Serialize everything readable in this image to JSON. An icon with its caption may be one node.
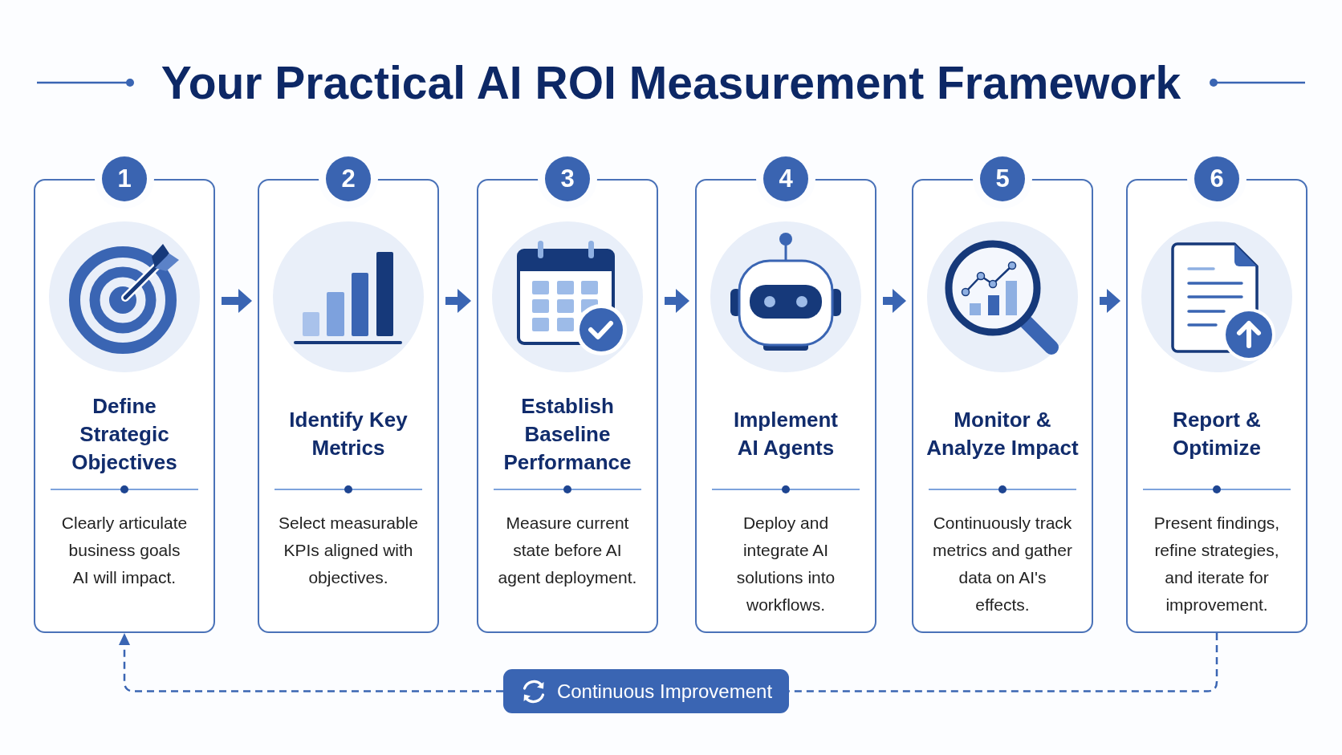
{
  "diagram": {
    "title": "Your Practical AI ROI Measurement Framework",
    "nodes": [
      {
        "text": [
          "1"
        ]
      },
      {
        "text": [
          "Define Strategic Objectives",
          "Clearly articulate business goals AI will impact."
        ]
      },
      {
        "text": [
          "2"
        ]
      },
      {
        "text": [
          "Identify Key Metrics",
          "Select measurable KPIs aligned with objectives."
        ]
      },
      {
        "text": [
          "3"
        ]
      },
      {
        "text": [
          "Establish Baseline Performance",
          "Measure current state before AI agent deployment."
        ]
      },
      {
        "text": [
          "4"
        ]
      },
      {
        "text": [
          "Implement AI Agents",
          "Deploy and integrate AI solutions into workflows."
        ]
      },
      {
        "text": [
          "5"
        ]
      },
      {
        "text": [
          "Monitor & Analyze Impact",
          "Continuously track metrics and gather data on AI's effects."
        ]
      },
      {
        "text": [
          "6"
        ]
      },
      {
        "text": [
          "Report & Optimize",
          "Present findings, refine strategies, and iterate for improvement."
        ]
      },
      {
        "text": [
          "Continuous Improvement"
        ]
      }
    ],
    "edges": [
      {
        "from": 1,
        "to": 3,
        "arrow": "to"
      },
      {
        "from": 3,
        "to": 5,
        "arrow": "to"
      },
      {
        "from": 5,
        "to": 7,
        "arrow": "to"
      },
      {
        "from": 7,
        "to": 9,
        "arrow": "to"
      },
      {
        "from": 9,
        "to": 11,
        "arrow": "to"
      },
      {
        "from": 11,
        "to": 12,
        "arrow": "none",
        "style": "dashed"
      },
      {
        "from": 12,
        "to": 1,
        "arrow": "to",
        "style": "dashed"
      }
    ]
  }
}
